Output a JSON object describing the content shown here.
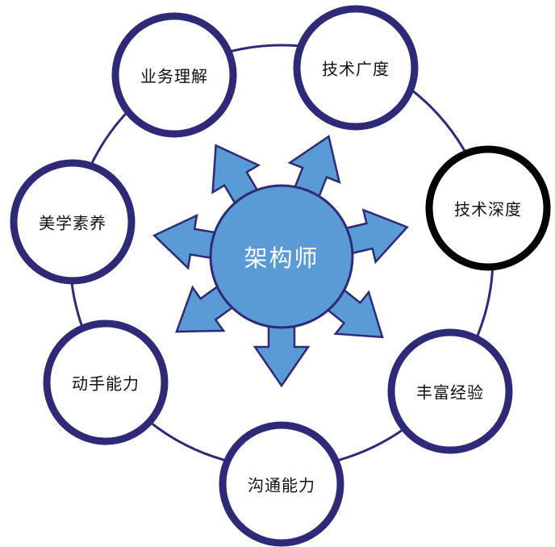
{
  "center": {
    "label": "架构师",
    "fill_color": "#5b9bd5",
    "stroke_color": "#2e2a78"
  },
  "colors": {
    "ring": "#2e2a78",
    "node_border": "#2e2a78",
    "node_border_highlight": "#000000",
    "arrow_fill": "#5b9bd5",
    "arrow_stroke": "#2e2a78"
  },
  "nodes": [
    {
      "id": "business-understanding",
      "label": "业务理解",
      "highlight": false
    },
    {
      "id": "tech-breadth",
      "label": "技术广度",
      "highlight": false
    },
    {
      "id": "tech-depth",
      "label": "技术深度",
      "highlight": true
    },
    {
      "id": "rich-experience",
      "label": "丰富经验",
      "highlight": false
    },
    {
      "id": "communication-ability",
      "label": "沟通能力",
      "highlight": false
    },
    {
      "id": "hands-on-ability",
      "label": "动手能力",
      "highlight": false
    },
    {
      "id": "aesthetic-literacy",
      "label": "美学素养",
      "highlight": false
    }
  ]
}
